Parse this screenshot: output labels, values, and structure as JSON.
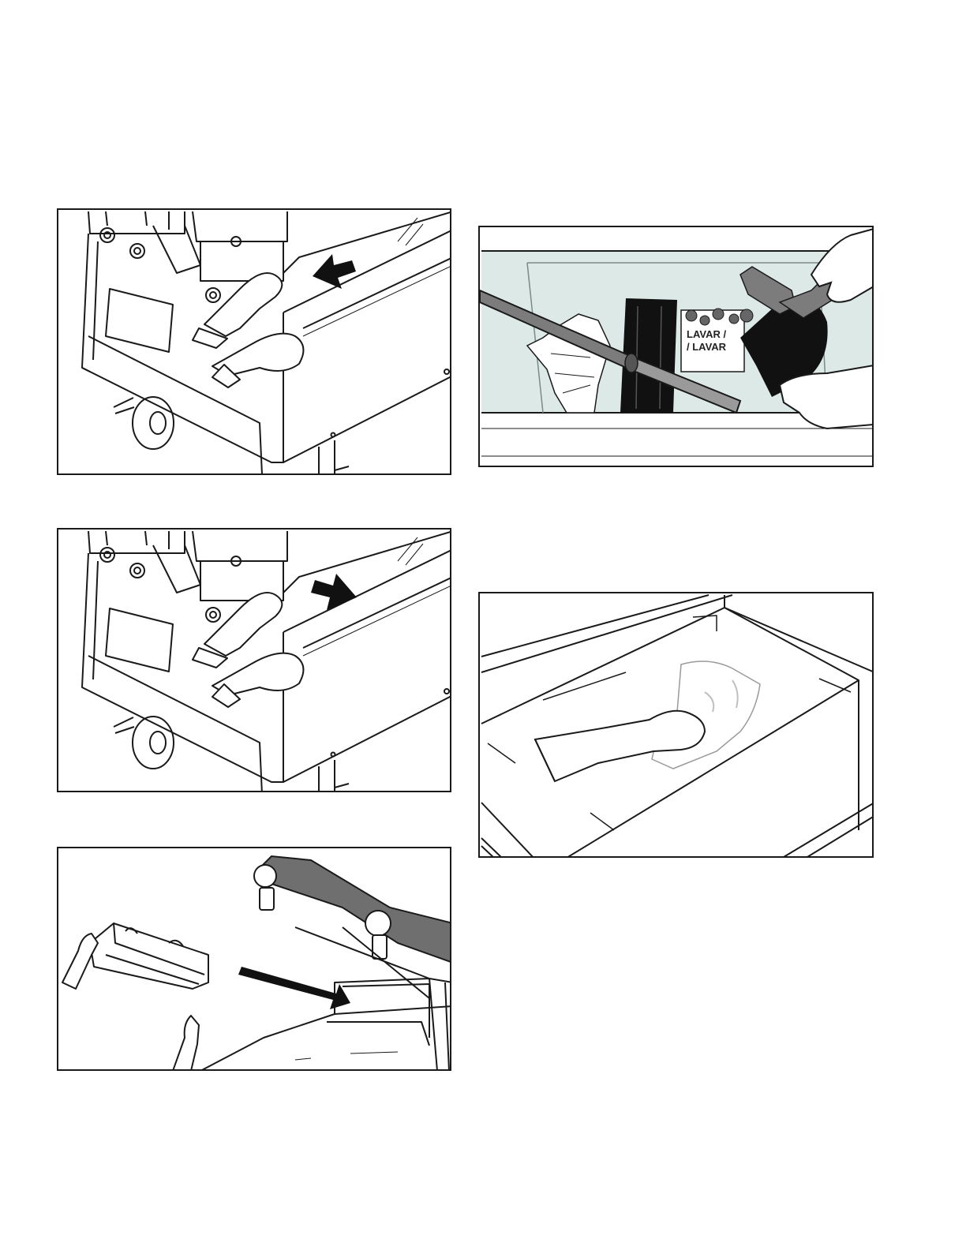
{
  "figures": [
    {
      "id": "p1",
      "arrow_direction": "left"
    },
    {
      "id": "p2",
      "arrow_direction": "right"
    },
    {
      "id": "p3",
      "arrow_direction": "down-right"
    },
    {
      "id": "p4",
      "sign_lines": [
        "LAVAR /",
        "/ LAVAR"
      ]
    },
    {
      "id": "p5"
    }
  ],
  "colors": {
    "line": "#1a1a1a",
    "water": "#dde9e7",
    "metal_dark": "#6f6f6f",
    "arrow": "#111111"
  }
}
